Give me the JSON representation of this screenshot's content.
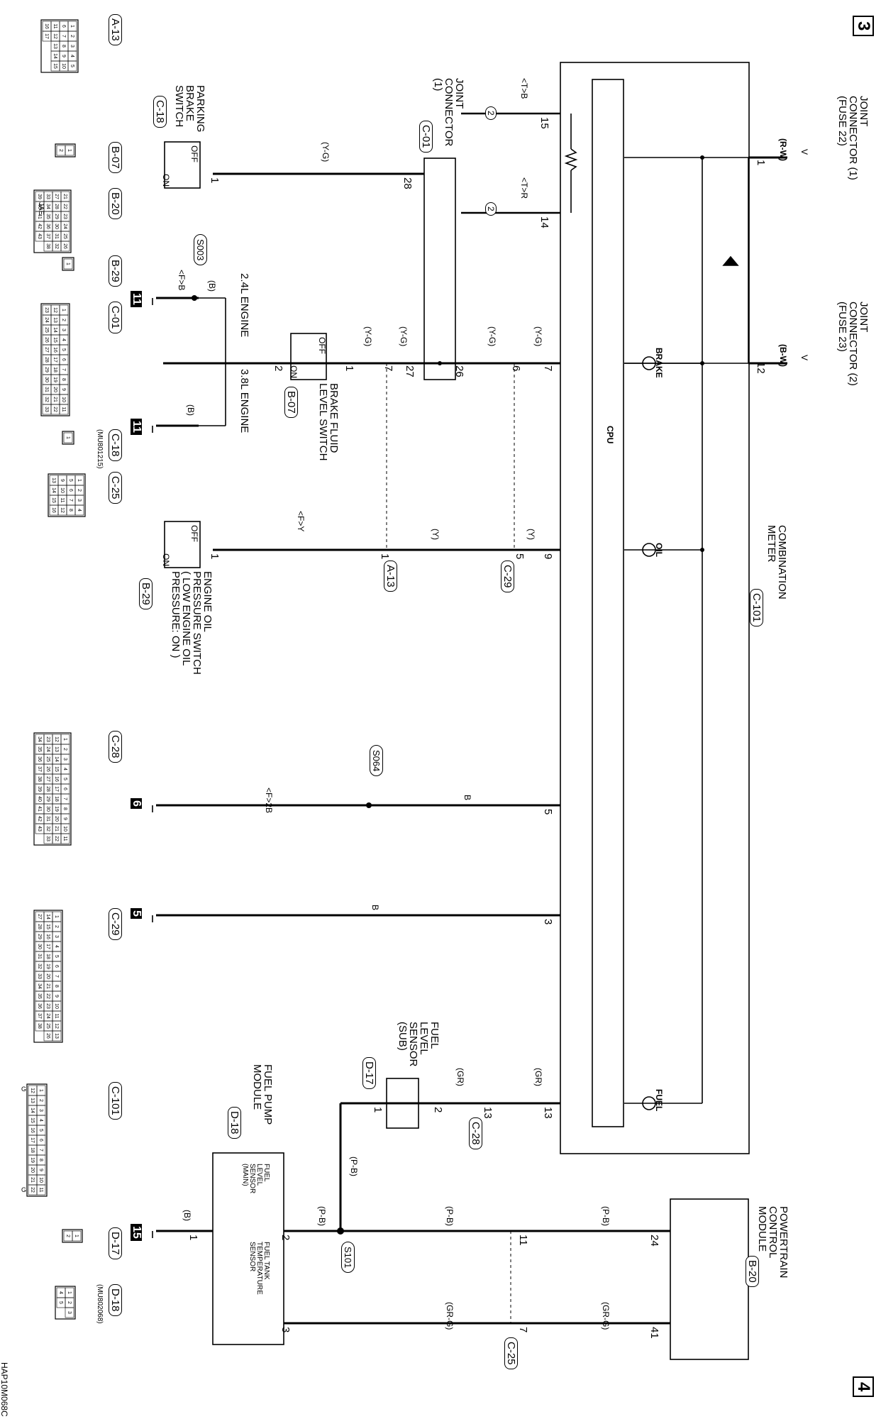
{
  "page_marks": {
    "top": "3",
    "bottom": "4",
    "figure_id": "HAP10M068C"
  },
  "meter": {
    "name": "COMBINATION\nMETER",
    "ref": "C-101",
    "cpu": "CPU"
  },
  "pcm": {
    "name": "POWERTRAIN\nCONTROL\nMODULE",
    "ref": "B-20"
  },
  "joint_connectors": [
    {
      "name": "JOINT\nCONNECTOR (1)\n(FUSE 22)",
      "wire": "(R-W)",
      "terminal": "1",
      "tag": "V",
      "icon": "fuse-terminal-icon"
    },
    {
      "name": "JOINT\nCONNECTOR (2)\n(FUSE 23)",
      "wire": "(B-W)",
      "terminal": "12",
      "tag": "V",
      "icon": "fuse-terminal-icon"
    },
    {
      "name": "JOINT\nCONNECTOR\n(1)",
      "ref": "C-01"
    }
  ],
  "can_lines": [
    {
      "terminal": "15",
      "label": "<T>B",
      "tag": "2",
      "symbol": "V"
    },
    {
      "terminal": "14",
      "label": "<T>R",
      "tag": "2",
      "symbol": "V"
    }
  ],
  "indicators": [
    {
      "name": "BRAKE",
      "icon": "led-icon"
    },
    {
      "name": "OIL",
      "icon": "led-icon"
    },
    {
      "name": "FUEL",
      "icon": "led-icon"
    }
  ],
  "components": {
    "parking_brake": {
      "name": "PARKING\nBRAKE\nSWITCH",
      "ref": "C-18",
      "off": "OFF",
      "on": "ON",
      "terminal": "1",
      "wire": "(Y-G)",
      "jc_terminal": "28"
    },
    "brake_fluid": {
      "name": "BRAKE FLUID\nLEVEL SWITCH",
      "ref": "B-07",
      "off": "OFF",
      "on": "ON",
      "t1": "1",
      "t2": "2"
    },
    "oil_pressure": {
      "name": "ENGINE OIL\nPRESSURE SWITCH\n( LOW ENGINE OIL\nPRESSURE: ON )",
      "ref": "B-29",
      "off": "OFF",
      "on": "ON",
      "terminal": "1",
      "wire_note": "<F>Y"
    },
    "fuel_sub": {
      "name": "FUEL\nLEVEL\nSENSOR\n(SUB)",
      "ref": "D-17",
      "t1": "1",
      "t2": "2"
    },
    "fuel_pump": {
      "name": "FUEL PUMP\nMODULE",
      "ref": "D-18",
      "sensor_main": "FUEL\nLEVEL\nSENSOR\n(MAIN)",
      "sensor_temp": "FUEL TANK\nTEMPERATURE\nSENSOR",
      "t1": "1",
      "t2": "2",
      "t3": "3"
    }
  },
  "brake_lines": {
    "meter_terminal": "7",
    "wire1": "(Y-G)",
    "conn_c29_term": "6",
    "wire2": "(Y-G)",
    "jc_in": "26",
    "jc_out": "27",
    "wire3": "(Y-G)",
    "a13_term": "7",
    "wire4": "(Y-G)"
  },
  "oil_lines": {
    "meter_terminal": "9",
    "c29_term": "5",
    "c29_ref": "C-29",
    "wire1": "(Y)",
    "a13_term": "1",
    "a13_ref": "A-13",
    "wire2": "(Y)"
  },
  "engine_variants": {
    "v1": "2.4L ENGINE",
    "v2": "3.8L ENGINE",
    "wire": "(B)",
    "splice": "S003",
    "note": "<F>B",
    "ground": "11"
  },
  "ground_lines": [
    {
      "terminal": "5",
      "wire": "B",
      "splice": "S064",
      "note": "<F>2B",
      "ground": "6"
    },
    {
      "terminal": "3",
      "wire": "B",
      "ground": "5"
    }
  ],
  "fuel_lines": {
    "meter_terminal": "13",
    "wire1": "(GR)",
    "c28_term": "13",
    "c28_ref": "C-28",
    "wire2": "(GR)",
    "pb_wire": "(P-B)"
  },
  "pcm_lines": {
    "t24": "24",
    "t41": "41",
    "wire_pb": "(P-B)",
    "wire_grg": "(GR-G)",
    "c25_t11": "11",
    "c25_t7": "7",
    "c25_ref": "C-25",
    "splice": "S101",
    "ground_wire": "(B)",
    "ground": "15"
  },
  "connector_views": {
    "A-13": {
      "label": "A-13",
      "pins": [
        "1",
        "2",
        "3",
        "4",
        "5",
        "6",
        "7",
        "8",
        "9",
        "10",
        "11",
        "12",
        "13",
        "14",
        "15",
        "16",
        "17"
      ]
    },
    "B-07": {
      "label": "B-07",
      "pins": [
        "1",
        "2"
      ]
    },
    "B-20": {
      "label": "B-20",
      "title": "JAE",
      "pins": [
        "21",
        "22",
        "23",
        "24",
        "25",
        "26",
        "27",
        "28",
        "29",
        "30",
        "31",
        "32",
        "33",
        "34",
        "35",
        "36",
        "37",
        "38",
        "39",
        "40",
        "41",
        "42",
        "43"
      ]
    },
    "B-29": {
      "label": "B-29",
      "pins": [
        "1"
      ]
    },
    "C-01": {
      "label": "C-01",
      "pins": [
        "1",
        "2",
        "3",
        "4",
        "5",
        "6",
        "7",
        "8",
        "9",
        "10",
        "11",
        "12",
        "13",
        "14",
        "15",
        "16",
        "17",
        "18",
        "19",
        "20",
        "21",
        "22",
        "23",
        "24",
        "25",
        "26",
        "27",
        "28",
        "29",
        "30",
        "31",
        "32",
        "33"
      ]
    },
    "C-18": {
      "label": "C-18",
      "note": "(MU801215)",
      "pins": [
        "1"
      ]
    },
    "C-25": {
      "label": "C-25",
      "pins": [
        "1",
        "2",
        "3",
        "4",
        "5",
        "6",
        "7",
        "8",
        "9",
        "10",
        "11",
        "12",
        "13",
        "14",
        "15",
        "16"
      ]
    },
    "C-28": {
      "label": "C-28",
      "pins": [
        "1",
        "2",
        "3",
        "4",
        "5",
        "6",
        "7",
        "8",
        "9",
        "10",
        "11",
        "12",
        "13",
        "14",
        "15",
        "16",
        "17",
        "18",
        "19",
        "20",
        "21",
        "22",
        "23",
        "24",
        "25",
        "26",
        "27",
        "28",
        "29",
        "30",
        "31",
        "32",
        "33",
        "34",
        "35",
        "36",
        "37",
        "38",
        "39",
        "40",
        "41",
        "42",
        "43"
      ]
    },
    "C-29": {
      "label": "C-29",
      "pins": [
        "1",
        "2",
        "3",
        "4",
        "5",
        "6",
        "7",
        "8",
        "9",
        "10",
        "11",
        "12",
        "13",
        "14",
        "15",
        "16",
        "17",
        "18",
        "19",
        "20",
        "21",
        "22",
        "23",
        "24",
        "25",
        "26",
        "27",
        "28",
        "29",
        "30",
        "31",
        "32",
        "33",
        "34",
        "35",
        "36",
        "37",
        "38"
      ]
    },
    "C-101": {
      "label": "C-101",
      "corner": "G",
      "pins": [
        "1",
        "2",
        "3",
        "4",
        "5",
        "6",
        "7",
        "8",
        "9",
        "10",
        "11",
        "12",
        "13",
        "14",
        "15",
        "16",
        "17",
        "18",
        "19",
        "20",
        "21",
        "22"
      ]
    },
    "D-17": {
      "label": "D-17",
      "pins": [
        "1",
        "2"
      ]
    },
    "D-18": {
      "label": "D-18",
      "note": "(MU802068)",
      "pins": [
        "1",
        "2",
        "3",
        "4",
        "5"
      ]
    }
  }
}
